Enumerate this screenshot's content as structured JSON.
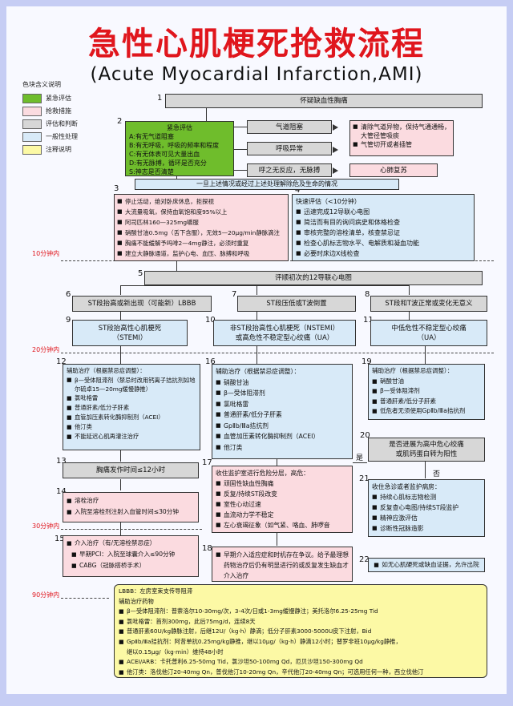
{
  "title": "急性心肌梗死抢救流程",
  "subtitle": "(Acute Myocardial Infarction,AMI)",
  "legend": {
    "title": "色块含义说明",
    "items": [
      {
        "label": "紧急评估",
        "color": "#6fbd2c"
      },
      {
        "label": "抢救措施",
        "color": "#fbdbe0"
      },
      {
        "label": "评估和判断",
        "color": "#d7d7d7"
      },
      {
        "label": "一般性处理",
        "color": "#d8eaf8"
      },
      {
        "label": "注释说明",
        "color": "#fcf9a5"
      }
    ]
  },
  "time_notes": [
    "10分钟内",
    "20分钟内",
    "30分钟内",
    "90分钟内"
  ],
  "step_numbers": [
    "1",
    "2",
    "3",
    "4",
    "5",
    "6",
    "7",
    "8",
    "9",
    "10",
    "11",
    "12",
    "16",
    "19",
    "20",
    "13",
    "17",
    "21",
    "14",
    "15",
    "18",
    "22"
  ],
  "yes_label": "是",
  "no_label": "否",
  "nodes": {
    "n1": "怀疑缺血性胸痛",
    "n2": {
      "heading": "紧急评估",
      "lines": [
        "A:有无气道阻塞",
        "B:有无呼吸，呼吸的频率和程度",
        "C:有无体表可见大量出血",
        "D:有无脉搏，循环是否充分",
        "S:神志是否清楚"
      ]
    },
    "airway": "气道阻塞",
    "breathing": "呼吸异常",
    "no_pulse": "呼之无反应，无脉搏",
    "airway_action": [
      "清除气道异物，保持气通通畅，大管径管吸痰",
      "气管切开或者插管"
    ],
    "cpr": "心肺复苏",
    "after_note": "一旦上述情况或经过上述处理解除危及生命的情况",
    "n3": [
      "停止活动，绝对卧床休息，拒探视",
      "大流量吸氧，保持血氧饱和度95%以上",
      "阿司匹林160—325mg嚼服",
      "硝酸甘油0.5mg（舌下含服），无效5—20μg/min静脉滴注",
      "胸痛不能缓解予吗啡2—4mg静注，必须时重复",
      "建立大静脉通道，监护心电、血压、脉搏和呼吸"
    ],
    "n4": {
      "heading": "快速评估（<10分钟）",
      "items": [
        "迅速完成12导联心电图",
        "简洁而有目的询问病史和体格检查",
        "审核完整的溶栓清单，核查禁忌证",
        "检查心肌标志物水平、电解质和凝血功能",
        "必要时床边X线检查"
      ]
    },
    "n5": "评顺初次的12导联心电图",
    "n6": "ST段抬高或新出现（可能新）LBBB",
    "n7": "ST段压低或T波倒置",
    "n8": "ST段和T波正常或变化无意义",
    "n9": [
      "ST段抬高性心肌梗死",
      "（STEMI）"
    ],
    "n10": [
      "非ST段抬高性心肌梗死（NSTEMI）",
      "或高危性不稳定型心绞痛（UA）"
    ],
    "n11": [
      "中低危性不稳定型心绞痛",
      "（UA）"
    ],
    "n12": {
      "heading": "辅助治疗（根据禁忌症调整）：",
      "items": [
        "β—受体阻滞剂（禁忌时改用钙离子拮抗剂如地尔硫卓15—20mg缓慢静推）",
        "氯吡格雷",
        "普通肝素/低分子肝素",
        "血管加压素转化酶抑制剂（ACEI）",
        "他汀类",
        "不能延迟心肌再灌注治疗"
      ]
    },
    "n16": {
      "heading": "辅助治疗（根据禁忌症调整）：",
      "items": [
        "硝酸甘油",
        "β—受体阻滞剂",
        "氯吡格雷",
        "普通肝素/低分子肝素",
        "GpⅡb/Ⅲa拮抗剂",
        "血管加压素转化酶抑制剂（ACEI）",
        "他汀类"
      ]
    },
    "n19": {
      "heading": "辅助治疗（根据禁忌症调整）：",
      "items": [
        "硝酸甘油",
        "β—受体阻滞剂",
        "普通肝素/低分子肝素",
        "低危者无须使用GpⅡb/Ⅲa拮抗剂"
      ]
    },
    "n20": [
      "是否进展为高中危心绞痛",
      "或肌钙蛋白转为阳性"
    ],
    "n13": "胸痛发作时间≤12小时",
    "n17": {
      "heading": "收住监护室进行危险分层，高危：",
      "items": [
        "顽固性缺血性胸痛",
        "反复/持续ST段改变",
        "室性心动过速",
        "血流动力学不稳定",
        "左心衰竭征象（如气紧、咯血、肺啰音"
      ]
    },
    "n21": {
      "heading": "收住急诊或者监护病房：",
      "items": [
        "持续心肌标志物检测",
        "反复查心电图/持续ST段监护",
        "精神应激评估",
        "诊断性冠脉造影"
      ]
    },
    "n14": [
      "溶栓治疗",
      "入院至溶栓剂注射入血管时间≤30分钟"
    ],
    "n15": {
      "heading": "介入治疗（有/无溶栓禁忌症）",
      "items": [
        "早期PCI：入院至球囊介入≤90分钟",
        "CABG（冠脉搭桥手术）"
      ]
    },
    "n18": "早期介入适应症和时机存在争议。给予最理想药物治疗后仍有明显进行的或反复发生缺血才介入治疗",
    "n22": "如无心肌硬死或缺血证据，允许出院"
  },
  "notes_box": {
    "lines": [
      "LBBB：左房室束支传导阻滞",
      "辅助治疗药物",
      "β—受体阻滞剂：普萘洛尔10-30mg/次，3-4次/日或1-3mg缓慢静注；美托洛尔6.25-25mg Tid",
      "氯吡格雷：首剂300mg，此后75mg/d，连续8天",
      "普通肝素60U/kg静脉注射，后继12U/（kg·h）静滴；低分子肝素3000-5000U皮下注射，Bid",
      "GpⅡb/Ⅲa拮抗剂：阿昔单抗0.25mg/kg静推，继以10μg/（kg·h）静滴12小时；替罗非班10μg/kg静推，",
      "继以0.15μg/（kg·min）维持48小时",
      "ACEI/ARB：卡托普利6.25-50mg Tid，氯沙坦50-100mg Qd，厄贝沙坦150-300mg Qd",
      "他汀类：洛伐他汀20-40mg Qn，普伐他汀10-20mg Qn，辛代他汀20-40mg Qn；可选用任何一种，西立伐他汀"
    ]
  }
}
